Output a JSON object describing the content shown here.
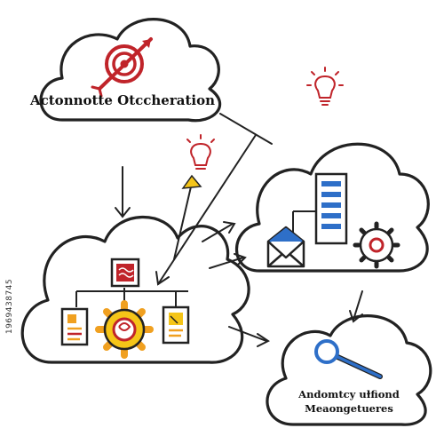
{
  "diagram": {
    "clouds": [
      {
        "id": "automation",
        "label": "Actonnotte Otccheration",
        "icon": "target-with-arrow-icon"
      },
      {
        "id": "servers",
        "label": "",
        "icon": "server-stack-icon"
      },
      {
        "id": "workflow",
        "label": "",
        "icon": "gear-workflow-icon"
      },
      {
        "id": "search",
        "label_line1": "Andomtcy uɫfiond",
        "label_line2": "Meaongetueres",
        "icon": "magnifier-icon"
      }
    ],
    "side_text": "1969438745",
    "colors": {
      "outline": "#222222",
      "accent_red": "#c0242a",
      "accent_blue": "#2e6fc8",
      "accent_orange": "#f0a020",
      "accent_yellow": "#f5c518"
    }
  }
}
